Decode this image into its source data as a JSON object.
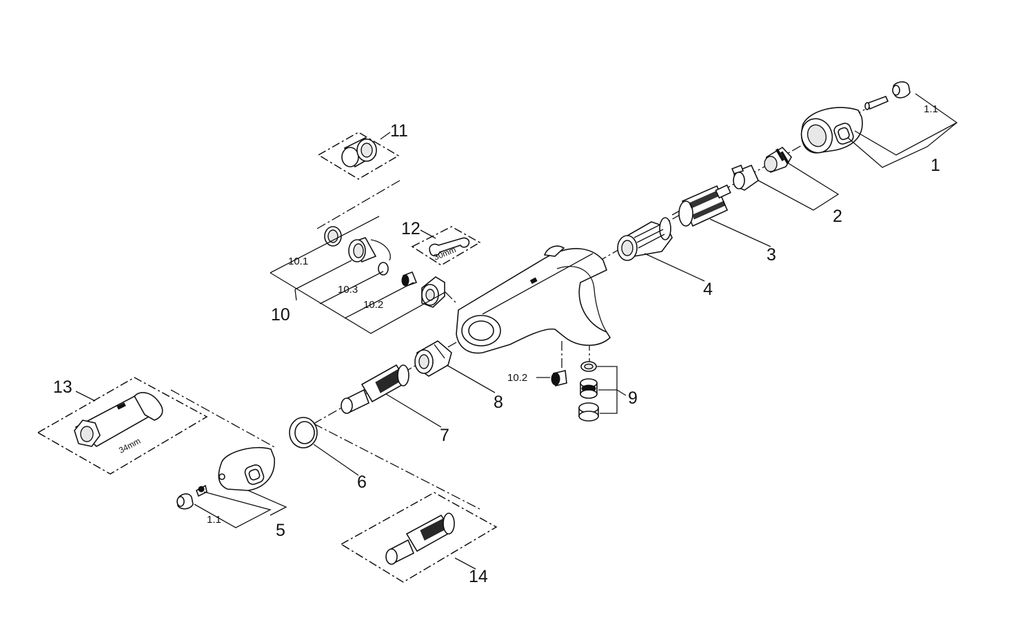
{
  "labels": {
    "p1": "1",
    "p1_1_top": "1.1",
    "p2": "2",
    "p3": "3",
    "p4": "4",
    "p5": "5",
    "p1_1_bottom": "1.1",
    "p6": "6",
    "p7": "7",
    "p8": "8",
    "p9": "9",
    "p10": "10",
    "p10_1": "10.1",
    "p10_2a": "10.2",
    "p10_3": "10.3",
    "p10_2b": "10.2",
    "p11": "11",
    "p12": "12",
    "p13": "13",
    "p14": "14",
    "tool_12_size": "30mm",
    "tool_13_size": "34mm"
  }
}
